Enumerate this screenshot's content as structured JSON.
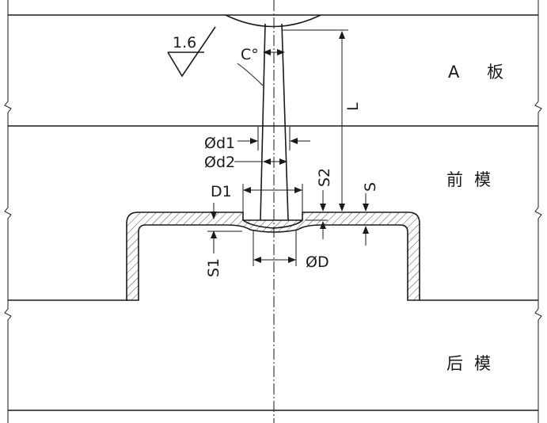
{
  "zones": {
    "a_plate": "A 板",
    "front_mold": "前模",
    "rear_mold": "后模"
  },
  "dimensions": {
    "roughness": "1.6",
    "taper": "C°",
    "length": "L",
    "d1": "Ød1",
    "d2": "Ød2",
    "D1": "D1",
    "S2": "S2",
    "S": "S",
    "S1": "S1",
    "D": "ØD"
  }
}
